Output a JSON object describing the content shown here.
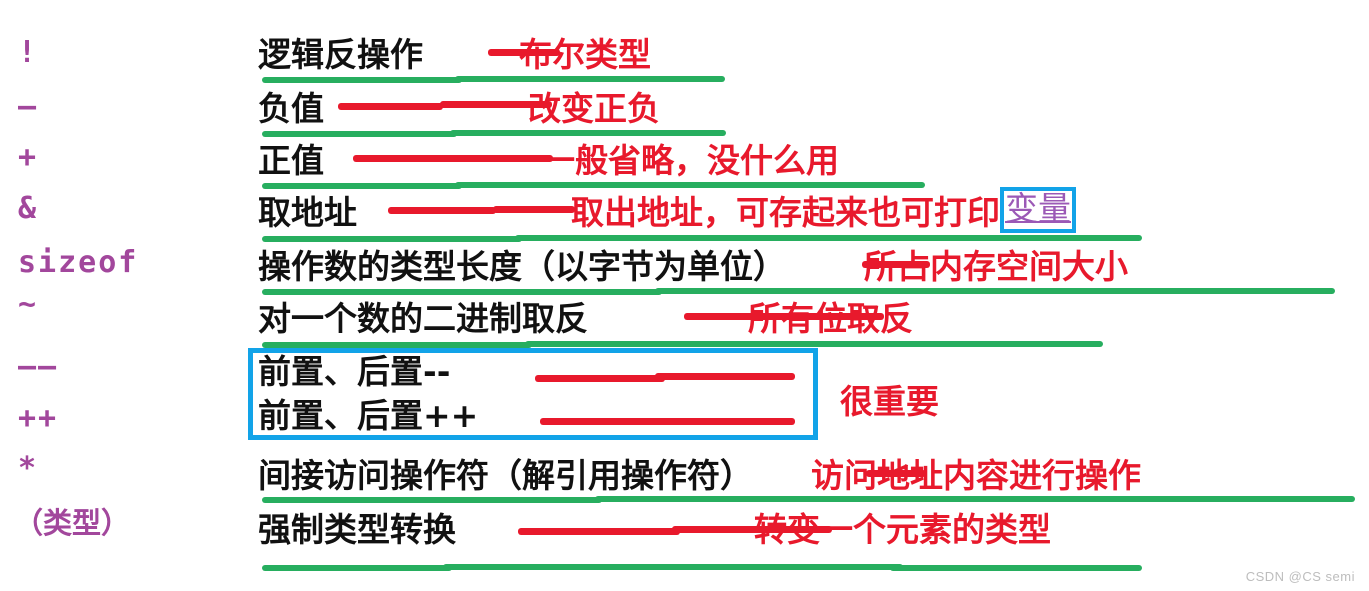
{
  "image": {
    "title": "C语言单目操作符表",
    "background_color": "#ffffff",
    "watermark": "CSDN @CS semi"
  },
  "colors": {
    "operator_purple": "#a2479c",
    "description_black": "#111111",
    "annotation_red": "#e8192c",
    "underline_green": "#27ae5f",
    "highlight_blue": "#12a3e8",
    "variable_purple": "#9b59b6"
  },
  "operators": [
    {
      "symbol": "!"
    },
    {
      "symbol": "–"
    },
    {
      "symbol": "+"
    },
    {
      "symbol": "&"
    },
    {
      "symbol": "sizeof"
    },
    {
      "symbol": "~"
    },
    {
      "symbol": "––"
    },
    {
      "symbol": "++"
    },
    {
      "symbol": "*"
    },
    {
      "symbol": "（类型）"
    }
  ],
  "rows": [
    {
      "description": "逻辑反操作",
      "annotation": "布尔类型",
      "has_red_connector": true,
      "has_green_underline": true
    },
    {
      "description": "负值",
      "annotation": "改变正负",
      "has_red_connector": true,
      "has_green_underline": true
    },
    {
      "description": "正值",
      "annotation": "一般省略，没什么用",
      "has_red_connector": true,
      "has_green_underline": true
    },
    {
      "description": "取地址",
      "annotation": "取出地址，可存起来也可打印",
      "annotation_boxed": "变量",
      "has_red_connector": true,
      "has_green_underline": true
    },
    {
      "description": "操作数的类型长度（以字节为单位）",
      "annotation": "所占内存空间大小",
      "has_red_connector": true,
      "has_green_underline": true
    },
    {
      "description": "对一个数的二进制取反",
      "annotation": "所有位取反",
      "has_red_connector": true,
      "has_green_underline": true
    },
    {
      "description": "前置、后置--",
      "annotation": "",
      "has_red_connector": true,
      "has_green_underline": false,
      "in_blue_box": true
    },
    {
      "description": "前置、后置++",
      "annotation": "",
      "has_red_connector": true,
      "has_green_underline": false,
      "in_blue_box": true
    },
    {
      "description": "间接访问操作符（解引用操作符）",
      "annotation": "访问地址内容进行操作",
      "has_red_connector": true,
      "has_green_underline": true
    },
    {
      "description": "强制类型转换",
      "annotation": "转变一个元素的类型",
      "has_red_connector": true,
      "has_green_underline": true
    }
  ],
  "callouts": {
    "very_important": "很重要"
  }
}
